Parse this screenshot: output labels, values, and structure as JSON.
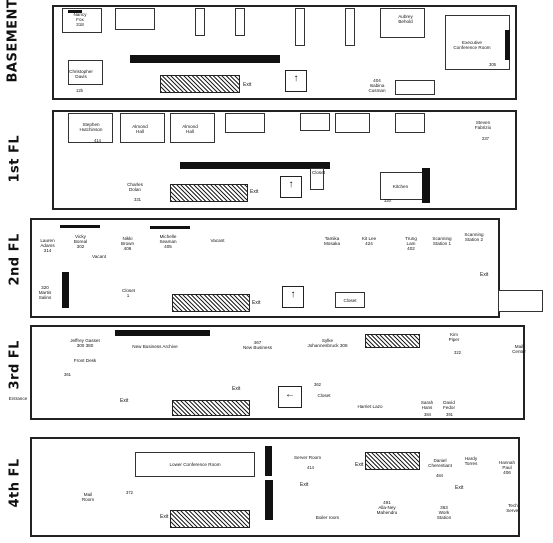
{
  "floors": {
    "basement": "BASEMENT",
    "first": "1st FL",
    "second": "2nd FL",
    "third": "3rd FL",
    "fourth": "4th FL"
  },
  "basement": {
    "nancy": "Nancy\nFox\n318",
    "aubrey": "Aubrey\nBehold",
    "christopher": "Christopher\nDavis",
    "executive": "Executive\nConference Room",
    "exec_num": "305",
    "cusman": "404\nIsabina\nCusman",
    "exit": "Exit",
    "room_num": "12b"
  },
  "first": {
    "stephen": "Stephen\nHutchinson",
    "stephen_num": "414",
    "almond1": "Almond\nHall",
    "almond2": "Almond\nHall",
    "steven": "Steven\nFabrizio",
    "steven_num": "237",
    "charles": "Charles\nDolan",
    "charles_num": "331",
    "exit": "Exit",
    "closet": "Closet",
    "kitchen": "Kitchen",
    "num320": "320"
  },
  "second": {
    "lauren": "Lauren\nAdams\n314",
    "vicky": "Vicky\nBoreal\n302",
    "nikki": "Nikki\nBrown\n406",
    "michelle": "Michelle\nSeaman\n405",
    "vacant1": "Vacant",
    "tamika": "Tamika\nMosaka\n",
    "kit": "Kit Lee\n424",
    "trung": "Trung\nLam\n402",
    "scan1": "Scanning\nStation 1",
    "scan2": "Scanning\nStation 2",
    "vacant2": "Vacant",
    "martis": "320\nMartis\nSalins",
    "closet1": "Closet\n1",
    "closet2": "Closet",
    "exit1": "Exit",
    "exit2": "Exit"
  },
  "third": {
    "jeffrey": "Jeffrey Gasset\n300        380",
    "archive": "New Business Archive",
    "newbiz": "467\nNew Business",
    "sylke": "Sylke\nJohannesbruck  308",
    "kim": "Kim\nPiper",
    "kim_num": "322",
    "mail": "Mail\nCenter",
    "front": "Front Desk",
    "entrance": "Entrance",
    "num361": "361",
    "exit1": "Exit",
    "exit2": "Exit",
    "closet": "Closet",
    "num362": "362",
    "harriet": "Harriet Lazo",
    "sarah": "Sarah\nHans",
    "david": "David\nFedor",
    "n384": "384",
    "n391": "391"
  },
  "fourth": {
    "lower": "Lower Conference Room",
    "server": "Server Room",
    "server_num": "414",
    "daniel": "Daniel\nCherentiant",
    "daniel_num": "484",
    "hardy": "Hardy\nTorres",
    "hannah": "Hannah\nPaul\n406",
    "mail": "Mail\nRoom",
    "tech": "Tech\nServer",
    "alla": "491\nAlla-Ney\nMahendru",
    "work": "363\nWork\nStation",
    "boiler": "Boiler room",
    "exit1": "Exit",
    "exit2": "Exit",
    "exit3": "Exit",
    "exit4": "Exit",
    "num372": "372"
  }
}
